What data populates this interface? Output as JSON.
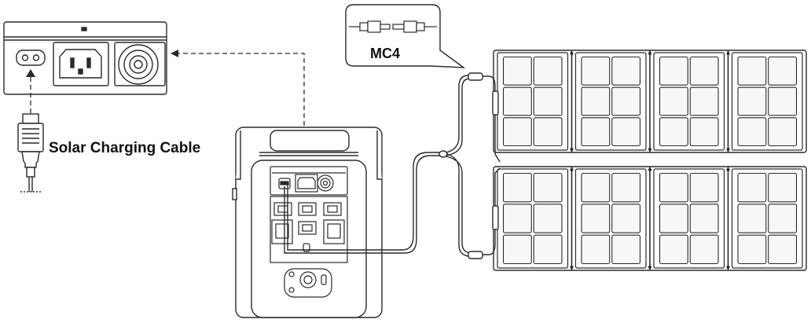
{
  "labels": {
    "solar_cable": "Solar Charging Cable",
    "mc4": "MC4"
  },
  "panels": {
    "rows": 2,
    "panels_per_row": 4,
    "cells_per_panel": {
      "cols": 2,
      "rows": 3
    }
  },
  "colors": {
    "line": "#2a2a2a",
    "panel_cell": "#f7f7f7",
    "background": "#ffffff"
  }
}
